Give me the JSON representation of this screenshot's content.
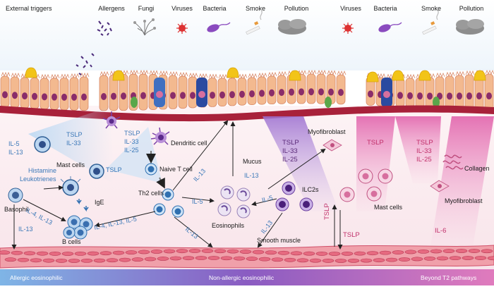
{
  "top": {
    "external_triggers": "External triggers",
    "triggers_left": [
      "Allergens",
      "Fungi",
      "Viruses",
      "Bacteria",
      "Smoke",
      "Pollution"
    ],
    "triggers_right": [
      "Viruses",
      "Bacteria",
      "Smoke",
      "Pollution"
    ]
  },
  "labels": {
    "il5": "IL-5",
    "il13": "IL-13",
    "tslp": "TSLP",
    "il33": "IL-33",
    "il25": "IL-25",
    "il6": "IL-6",
    "mast_cells": "Mast cells",
    "dendritic_cell": "Dendritic cell",
    "naive_t_cell": "Naive T cell",
    "histamine": "Histamine",
    "leukotrienes": "Leukotrienes",
    "ige": "IgE",
    "th2_cells": "Th2 cells",
    "basophil": "Basophil",
    "il4_il13": "IL-4, IL-13",
    "il4_il13_il5": "IL-4, IL-13, IL-5",
    "b_cells": "B cells",
    "mucus": "Mucus",
    "myofibroblast": "Myofibroblast",
    "ilc2s": "ILC2s",
    "eosinophils": "Eosinophils",
    "smooth_muscle": "Smooth muscle",
    "collagen": "Collagen"
  },
  "bottom_bar": {
    "left": "Allergic eosinophilic",
    "center": "Non-allergic eosinophilic",
    "right": "Beyond T2 pathways"
  },
  "colors": {
    "bar_left": "#7fb5e6",
    "bar_mid": "#8a5cc2",
    "bar_right": "#d86ab0",
    "tissue": "#fbeef0",
    "vessel": "#e8667a",
    "epithelium": "#f0b08a"
  }
}
